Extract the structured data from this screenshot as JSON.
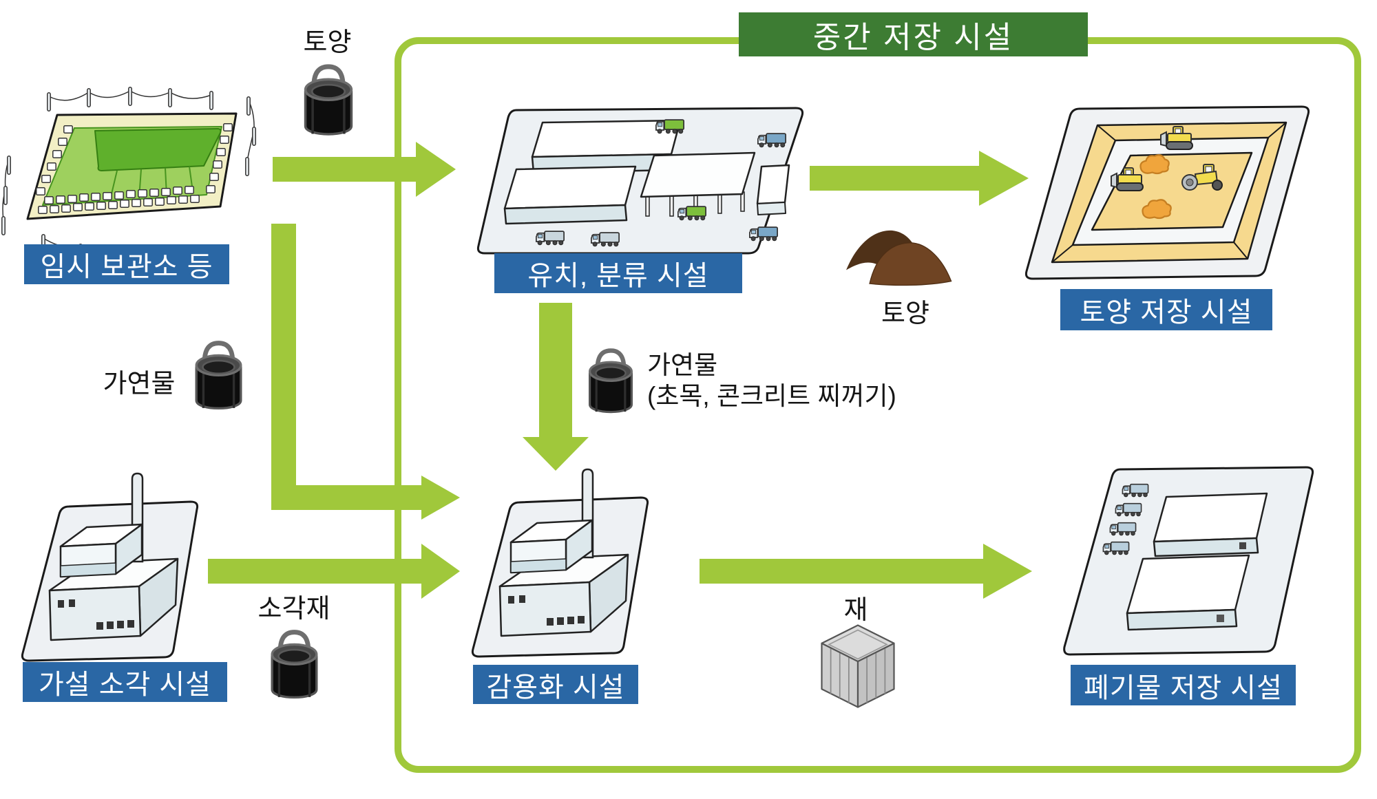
{
  "diagram": {
    "header": {
      "label": "중간 저장 시설"
    },
    "facilities": {
      "temp_storage": {
        "label": "임시 보관소 등"
      },
      "sorting": {
        "label": "유치, 분류 시설"
      },
      "soil_storage": {
        "label": "토양 저장 시설"
      },
      "incinerator": {
        "label": "가설 소각 시설"
      },
      "volume_reduction": {
        "label": "감용화 시설"
      },
      "waste_storage": {
        "label": "폐기물 저장 시설"
      }
    },
    "flows": {
      "soil_from_temp": {
        "label": "토양"
      },
      "combustibles_from_temp": {
        "label": "가연물"
      },
      "incineration_ash": {
        "label": "소각재"
      },
      "combustibles_sorted": {
        "label": "가연물",
        "detail": "(초목, 콘크리트 찌꺼기)"
      },
      "soil_to_storage": {
        "label": "토양"
      },
      "ash_to_storage": {
        "label": "재"
      }
    },
    "icons": {
      "bag": "flexible-container-bag-icon",
      "soil": "soil-pile-icon",
      "ash_container": "ash-container-icon"
    },
    "colors": {
      "arrow_green": "#a0c83b",
      "outline_green": "#a0c83b",
      "header_green": "#3d7c33",
      "label_blue": "#2a67a5",
      "bag_black": "#111111",
      "soil_brown": "#6f4423",
      "container_gray": "#d4d4d4"
    }
  }
}
